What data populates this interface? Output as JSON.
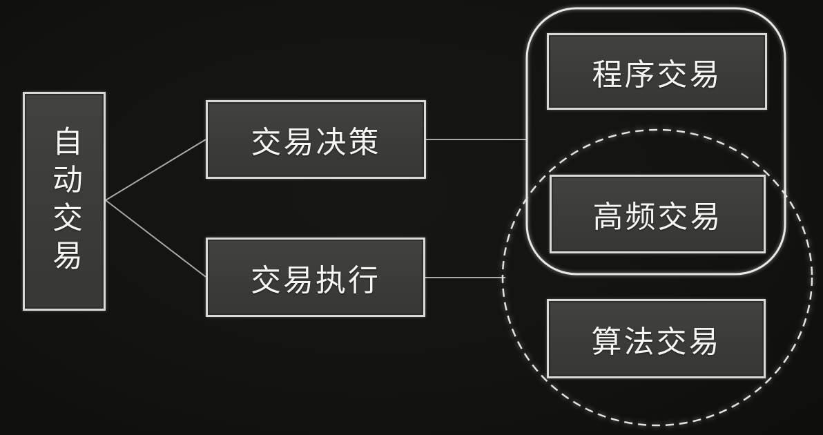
{
  "diagram": {
    "nodes": {
      "root": {
        "label": "自动交易"
      },
      "decision": {
        "label": "交易决策"
      },
      "execution": {
        "label": "交易执行"
      },
      "program": {
        "label": "程序交易"
      },
      "hft": {
        "label": "高频交易"
      },
      "algo": {
        "label": "算法交易"
      }
    },
    "groups": {
      "rounded_rect_members": [
        "程序交易",
        "高频交易"
      ],
      "dashed_circle_members": [
        "高频交易",
        "算法交易"
      ]
    },
    "edges": [
      {
        "from": "自动交易",
        "to": "交易决策"
      },
      {
        "from": "自动交易",
        "to": "交易执行"
      },
      {
        "from": "交易决策",
        "to": "rounded-rect-group"
      },
      {
        "from": "交易执行",
        "to": "dashed-circle-cluster"
      }
    ],
    "colors": {
      "background": "#131311",
      "node_fill": "#3b3b39",
      "node_border": "#d9d9d7",
      "text": "#f6f6f4",
      "connector": "#a9a9a7",
      "group_outline": "#e9e9e7",
      "cluster_dashed_outline": "#e3e3e1"
    }
  }
}
